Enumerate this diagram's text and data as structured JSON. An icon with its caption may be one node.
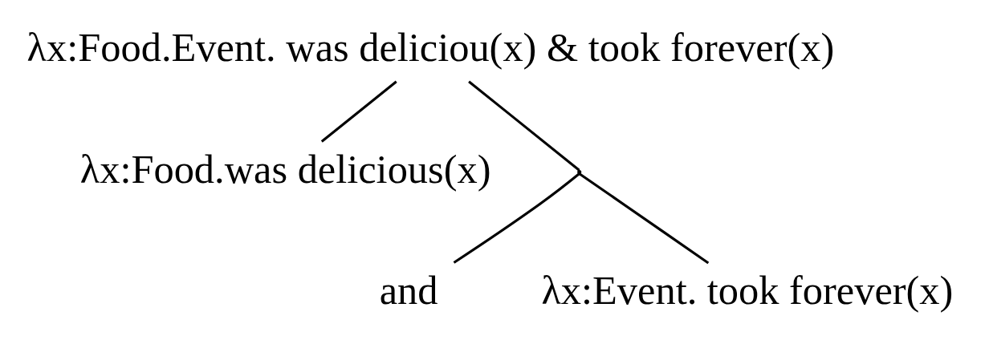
{
  "diagram": {
    "nodes": [
      {
        "text": [
          "λx:Food.Event. was deliciou(x) & took forever(x)"
        ]
      },
      {
        "text": [
          "λx:Food.was delicious(x)"
        ]
      },
      {
        "text": [],
        "shape": "point"
      },
      {
        "text": [
          "and"
        ]
      },
      {
        "text": [
          "λx:Event. took forever(x)"
        ]
      }
    ],
    "edges": [
      {
        "from": 0,
        "to": 1,
        "arrow": "none"
      },
      {
        "from": 0,
        "to": 2,
        "arrow": "none"
      },
      {
        "from": 2,
        "to": 3,
        "arrow": "none"
      },
      {
        "from": 2,
        "to": 4,
        "arrow": "none"
      }
    ]
  }
}
